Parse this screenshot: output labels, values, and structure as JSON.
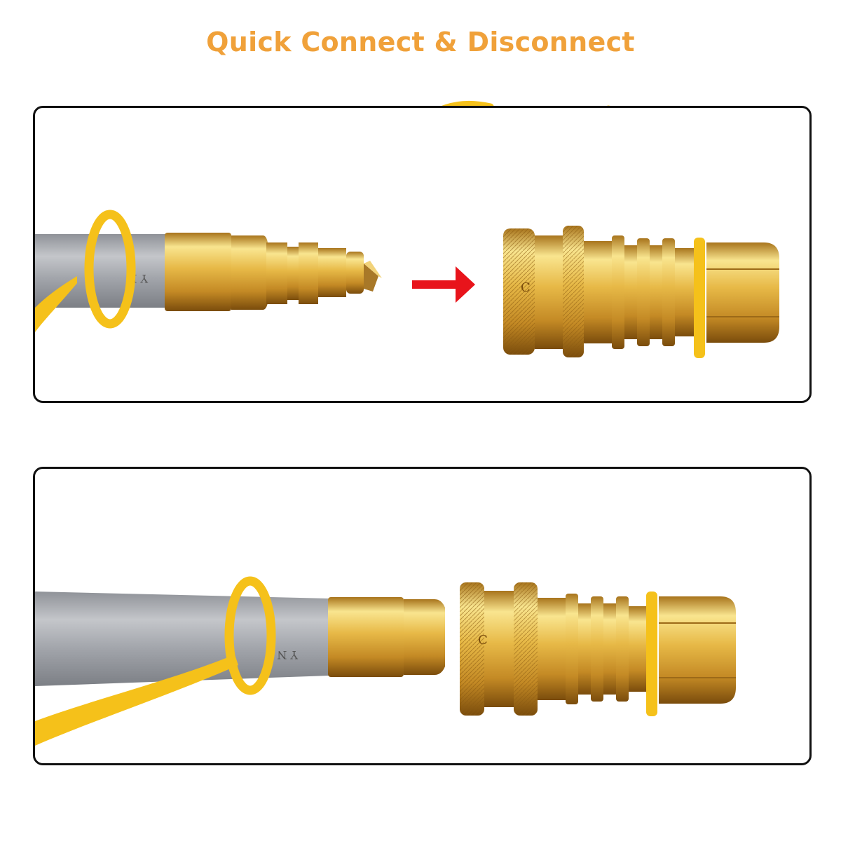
{
  "header": {
    "title": "Quick Connect & Disconnect"
  },
  "colors": {
    "title": "#f0a13a",
    "brass_light": "#f6dd7c",
    "brass_mid": "#d9a43a",
    "brass_dark": "#8a5a10",
    "hose_gray": "#a3a6ac",
    "strap_yellow": "#f5c11a",
    "arrow_red": "#e8141b",
    "frame": "#111111"
  },
  "panels": [
    {
      "id": "disconnected",
      "arrow_icon": "right-arrow-icon",
      "hose_marking": "Y N"
    },
    {
      "id": "connected",
      "hose_marking": "Y N"
    }
  ]
}
